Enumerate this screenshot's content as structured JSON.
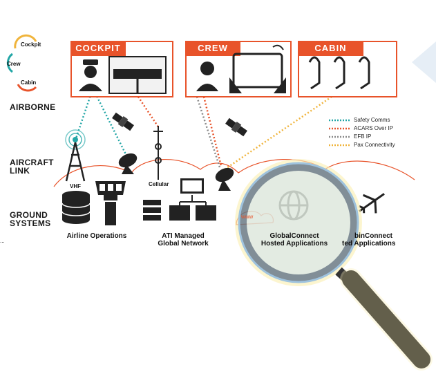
{
  "cycle": {
    "items": [
      "Cockpit",
      "Crew",
      "Cabin"
    ]
  },
  "tiers": {
    "airborne": "AIRBORNE",
    "aircraft_link": [
      "AIRCRAFT",
      "LINK"
    ],
    "ground": [
      "GROUND",
      "SYSTEMS"
    ]
  },
  "panels": {
    "cockpit": "COCKPIT",
    "crew": "CREW",
    "cabin": "CABIN"
  },
  "legend": [
    {
      "label": "Safety Comms",
      "color": "#22a6a6"
    },
    {
      "label": "ACARS Over IP",
      "color": "#e8532a"
    },
    {
      "label": "EFB IP",
      "color": "#8a8a8a"
    },
    {
      "label": "Pax Connectivity",
      "color": "#f0b43c"
    }
  ],
  "links": {
    "vhf": "VHF",
    "cellular": "Cellular"
  },
  "ground": {
    "airline_ops": "Airline Operations",
    "ati_network": [
      "ATI Managed",
      "Global Network"
    ],
    "globalconnect": [
      "GlobalConnect",
      "Hosted Applications"
    ],
    "cabinconnect": [
      "binConnect",
      "ted Applications"
    ],
    "www": "www"
  },
  "edge_mark": "..."
}
